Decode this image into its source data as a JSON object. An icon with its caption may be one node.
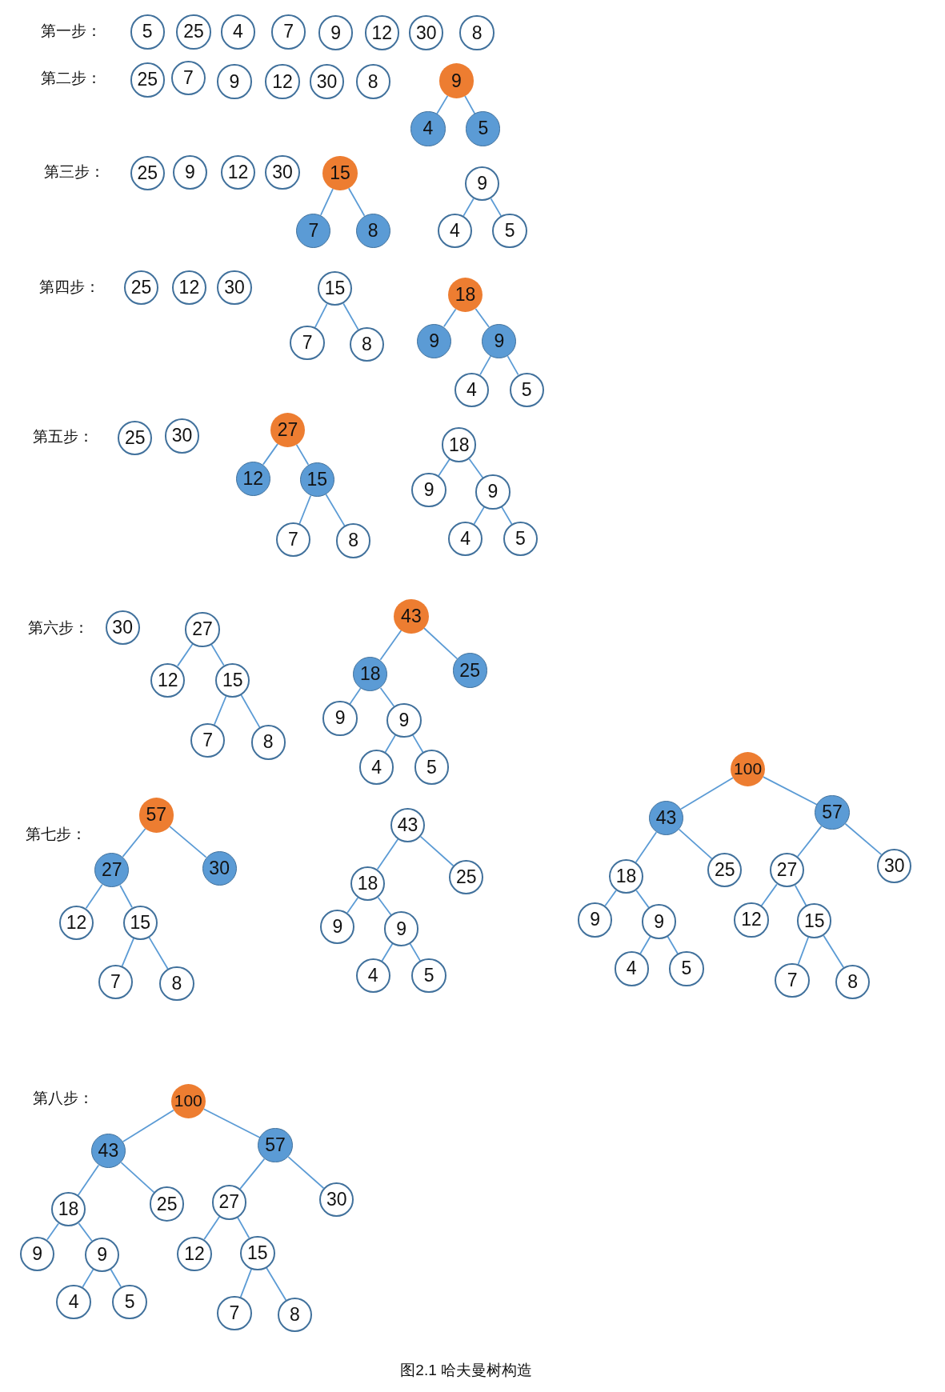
{
  "diagram": {
    "caption": "图2.1 哈夫曼树构造",
    "nodes": [
      {
        "text": [
          "5"
        ]
      },
      {
        "text": [
          "25"
        ]
      },
      {
        "text": [
          "4"
        ]
      },
      {
        "text": [
          "7"
        ]
      },
      {
        "text": [
          "9"
        ]
      },
      {
        "text": [
          "12"
        ]
      },
      {
        "text": [
          "30"
        ]
      },
      {
        "text": [
          "8"
        ]
      },
      {
        "text": [
          "25"
        ]
      },
      {
        "text": [
          "7"
        ]
      },
      {
        "text": [
          "9"
        ]
      },
      {
        "text": [
          "12"
        ]
      },
      {
        "text": [
          "30"
        ]
      },
      {
        "text": [
          "8"
        ]
      },
      {
        "text": [
          "9"
        ]
      },
      {
        "text": [
          "4"
        ]
      },
      {
        "text": [
          "5"
        ]
      },
      {
        "text": [
          "25"
        ]
      },
      {
        "text": [
          "9"
        ]
      },
      {
        "text": [
          "12"
        ]
      },
      {
        "text": [
          "30"
        ]
      },
      {
        "text": [
          "15"
        ]
      },
      {
        "text": [
          "7"
        ]
      },
      {
        "text": [
          "8"
        ]
      },
      {
        "text": [
          "9"
        ]
      },
      {
        "text": [
          "4"
        ]
      },
      {
        "text": [
          "5"
        ]
      },
      {
        "text": [
          "25"
        ]
      },
      {
        "text": [
          "12"
        ]
      },
      {
        "text": [
          "30"
        ]
      },
      {
        "text": [
          "15"
        ]
      },
      {
        "text": [
          "7"
        ]
      },
      {
        "text": [
          "8"
        ]
      },
      {
        "text": [
          "18"
        ]
      },
      {
        "text": [
          "9"
        ]
      },
      {
        "text": [
          "9"
        ]
      },
      {
        "text": [
          "4"
        ]
      },
      {
        "text": [
          "5"
        ]
      },
      {
        "text": [
          "25"
        ]
      },
      {
        "text": [
          "30"
        ]
      },
      {
        "text": [
          "27"
        ]
      },
      {
        "text": [
          "12"
        ]
      },
      {
        "text": [
          "15"
        ]
      },
      {
        "text": [
          "7"
        ]
      },
      {
        "text": [
          "8"
        ]
      },
      {
        "text": [
          "18"
        ]
      },
      {
        "text": [
          "9"
        ]
      },
      {
        "text": [
          "9"
        ]
      },
      {
        "text": [
          "4"
        ]
      },
      {
        "text": [
          "5"
        ]
      },
      {
        "text": [
          "30"
        ]
      },
      {
        "text": [
          "27"
        ]
      },
      {
        "text": [
          "12"
        ]
      },
      {
        "text": [
          "15"
        ]
      },
      {
        "text": [
          "7"
        ]
      },
      {
        "text": [
          "8"
        ]
      },
      {
        "text": [
          "43"
        ]
      },
      {
        "text": [
          "18"
        ]
      },
      {
        "text": [
          "25"
        ]
      },
      {
        "text": [
          "9"
        ]
      },
      {
        "text": [
          "9"
        ]
      },
      {
        "text": [
          "4"
        ]
      },
      {
        "text": [
          "5"
        ]
      },
      {
        "text": [
          "57"
        ]
      },
      {
        "text": [
          "27"
        ]
      },
      {
        "text": [
          "30"
        ]
      },
      {
        "text": [
          "12"
        ]
      },
      {
        "text": [
          "15"
        ]
      },
      {
        "text": [
          "7"
        ]
      },
      {
        "text": [
          "8"
        ]
      },
      {
        "text": [
          "43"
        ]
      },
      {
        "text": [
          "18"
        ]
      },
      {
        "text": [
          "25"
        ]
      },
      {
        "text": [
          "9"
        ]
      },
      {
        "text": [
          "9"
        ]
      },
      {
        "text": [
          "4"
        ]
      },
      {
        "text": [
          "5"
        ]
      },
      {
        "text": [
          "100"
        ]
      },
      {
        "text": [
          "43"
        ]
      },
      {
        "text": [
          "57"
        ]
      },
      {
        "text": [
          "18"
        ]
      },
      {
        "text": [
          "25"
        ]
      },
      {
        "text": [
          "27"
        ]
      },
      {
        "text": [
          "30"
        ]
      },
      {
        "text": [
          "9"
        ]
      },
      {
        "text": [
          "9"
        ]
      },
      {
        "text": [
          "4"
        ]
      },
      {
        "text": [
          "5"
        ]
      },
      {
        "text": [
          "12"
        ]
      },
      {
        "text": [
          "15"
        ]
      },
      {
        "text": [
          "7"
        ]
      },
      {
        "text": [
          "8"
        ]
      },
      {
        "text": [
          "100"
        ]
      },
      {
        "text": [
          "43"
        ]
      },
      {
        "text": [
          "57"
        ]
      },
      {
        "text": [
          "18"
        ]
      },
      {
        "text": [
          "25"
        ]
      },
      {
        "text": [
          "27"
        ]
      },
      {
        "text": [
          "30"
        ]
      },
      {
        "text": [
          "9"
        ]
      },
      {
        "text": [
          "9"
        ]
      },
      {
        "text": [
          "4"
        ]
      },
      {
        "text": [
          "5"
        ]
      },
      {
        "text": [
          "12"
        ]
      },
      {
        "text": [
          "15"
        ]
      },
      {
        "text": [
          "7"
        ]
      },
      {
        "text": [
          "8"
        ]
      }
    ],
    "edges": [
      {
        "from": 14,
        "to": 15,
        "arrow": "none"
      },
      {
        "from": 14,
        "to": 16,
        "arrow": "none"
      },
      {
        "from": 21,
        "to": 22,
        "arrow": "none"
      },
      {
        "from": 21,
        "to": 23,
        "arrow": "none"
      },
      {
        "from": 24,
        "to": 25,
        "arrow": "none"
      },
      {
        "from": 24,
        "to": 26,
        "arrow": "none"
      },
      {
        "from": 30,
        "to": 31,
        "arrow": "none"
      },
      {
        "from": 30,
        "to": 32,
        "arrow": "none"
      },
      {
        "from": 33,
        "to": 34,
        "arrow": "none"
      },
      {
        "from": 33,
        "to": 35,
        "arrow": "none"
      },
      {
        "from": 35,
        "to": 36,
        "arrow": "none"
      },
      {
        "from": 35,
        "to": 37,
        "arrow": "none"
      },
      {
        "from": 40,
        "to": 41,
        "arrow": "none"
      },
      {
        "from": 40,
        "to": 42,
        "arrow": "none"
      },
      {
        "from": 42,
        "to": 43,
        "arrow": "none"
      },
      {
        "from": 42,
        "to": 44,
        "arrow": "none"
      },
      {
        "from": 45,
        "to": 46,
        "arrow": "none"
      },
      {
        "from": 45,
        "to": 47,
        "arrow": "none"
      },
      {
        "from": 47,
        "to": 48,
        "arrow": "none"
      },
      {
        "from": 47,
        "to": 49,
        "arrow": "none"
      },
      {
        "from": 51,
        "to": 52,
        "arrow": "none"
      },
      {
        "from": 51,
        "to": 53,
        "arrow": "none"
      },
      {
        "from": 53,
        "to": 54,
        "arrow": "none"
      },
      {
        "from": 53,
        "to": 55,
        "arrow": "none"
      },
      {
        "from": 56,
        "to": 57,
        "arrow": "none"
      },
      {
        "from": 56,
        "to": 58,
        "arrow": "none"
      },
      {
        "from": 57,
        "to": 59,
        "arrow": "none"
      },
      {
        "from": 57,
        "to": 60,
        "arrow": "none"
      },
      {
        "from": 60,
        "to": 61,
        "arrow": "none"
      },
      {
        "from": 60,
        "to": 62,
        "arrow": "none"
      },
      {
        "from": 63,
        "to": 64,
        "arrow": "none"
      },
      {
        "from": 63,
        "to": 65,
        "arrow": "none"
      },
      {
        "from": 64,
        "to": 66,
        "arrow": "none"
      },
      {
        "from": 64,
        "to": 67,
        "arrow": "none"
      },
      {
        "from": 67,
        "to": 68,
        "arrow": "none"
      },
      {
        "from": 67,
        "to": 69,
        "arrow": "none"
      },
      {
        "from": 70,
        "to": 71,
        "arrow": "none"
      },
      {
        "from": 70,
        "to": 72,
        "arrow": "none"
      },
      {
        "from": 71,
        "to": 73,
        "arrow": "none"
      },
      {
        "from": 71,
        "to": 74,
        "arrow": "none"
      },
      {
        "from": 74,
        "to": 75,
        "arrow": "none"
      },
      {
        "from": 74,
        "to": 76,
        "arrow": "none"
      },
      {
        "from": 77,
        "to": 78,
        "arrow": "none"
      },
      {
        "from": 77,
        "to": 79,
        "arrow": "none"
      },
      {
        "from": 78,
        "to": 80,
        "arrow": "none"
      },
      {
        "from": 78,
        "to": 81,
        "arrow": "none"
      },
      {
        "from": 79,
        "to": 82,
        "arrow": "none"
      },
      {
        "from": 79,
        "to": 83,
        "arrow": "none"
      },
      {
        "from": 80,
        "to": 84,
        "arrow": "none"
      },
      {
        "from": 80,
        "to": 85,
        "arrow": "none"
      },
      {
        "from": 85,
        "to": 86,
        "arrow": "none"
      },
      {
        "from": 85,
        "to": 87,
        "arrow": "none"
      },
      {
        "from": 82,
        "to": 88,
        "arrow": "none"
      },
      {
        "from": 82,
        "to": 89,
        "arrow": "none"
      },
      {
        "from": 89,
        "to": 90,
        "arrow": "none"
      },
      {
        "from": 89,
        "to": 91,
        "arrow": "none"
      },
      {
        "from": 92,
        "to": 93,
        "arrow": "none"
      },
      {
        "from": 92,
        "to": 94,
        "arrow": "none"
      },
      {
        "from": 93,
        "to": 95,
        "arrow": "none"
      },
      {
        "from": 93,
        "to": 96,
        "arrow": "none"
      },
      {
        "from": 94,
        "to": 97,
        "arrow": "none"
      },
      {
        "from": 94,
        "to": 98,
        "arrow": "none"
      },
      {
        "from": 95,
        "to": 99,
        "arrow": "none"
      },
      {
        "from": 95,
        "to": 100,
        "arrow": "none"
      },
      {
        "from": 100,
        "to": 101,
        "arrow": "none"
      },
      {
        "from": 100,
        "to": 102,
        "arrow": "none"
      },
      {
        "from": 97,
        "to": 103,
        "arrow": "none"
      },
      {
        "from": 97,
        "to": 104,
        "arrow": "none"
      },
      {
        "from": 104,
        "to": 105,
        "arrow": "none"
      },
      {
        "from": 104,
        "to": 106,
        "arrow": "none"
      }
    ],
    "labels": [
      "第一步：",
      "第二步：",
      "第三步：",
      "第四步：",
      "第五步：",
      "第六步：",
      "第七步：",
      "第八步："
    ]
  }
}
